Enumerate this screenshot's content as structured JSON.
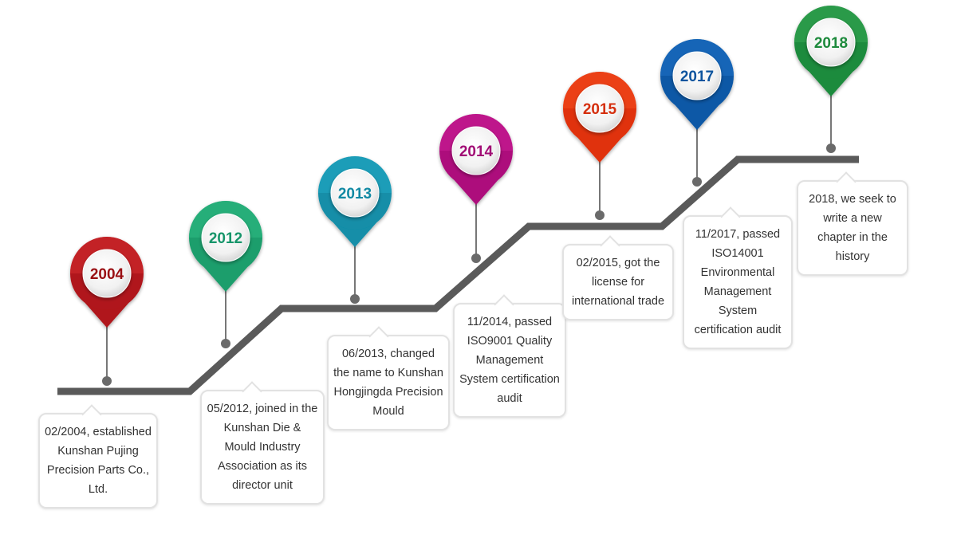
{
  "milestones": [
    {
      "year": "2004",
      "text": "02/2004, established Kunshan Pujing Precision Parts Co., Ltd.",
      "color": "#b0141a",
      "highlight": "#d42a2f",
      "year_color": "#9a1014"
    },
    {
      "year": "2012",
      "text": "05/2012, joined in the Kunshan Die & Mould Industry Association as its director unit",
      "color": "#1e9e6c",
      "highlight": "#2dbb85",
      "year_color": "#17956a"
    },
    {
      "year": "2013",
      "text": "06/2013, changed the name to Kunshan Hongjingda Precision Mould",
      "color": "#128ea8",
      "highlight": "#23a9c4",
      "year_color": "#1189a3"
    },
    {
      "year": "2014",
      "text": "11/2014, passed ISO9001 Quality Management System certification audit",
      "color": "#ad0e7c",
      "highlight": "#cc2297",
      "year_color": "#a10c75"
    },
    {
      "year": "2015",
      "text": "02/2015, got the license for international trade",
      "color": "#e0310c",
      "highlight": "#f44f23",
      "year_color": "#d52f0e"
    },
    {
      "year": "2017",
      "text": "11/2017, passed ISO14001 Environmental Management System certification audit",
      "color": "#0c58a6",
      "highlight": "#1b71c4",
      "year_color": "#0d549e"
    },
    {
      "year": "2018",
      "text": "2018, we seek to write a new chapter in the history",
      "color": "#1f8b3c",
      "highlight": "#33a852",
      "year_color": "#1d8a3c"
    }
  ],
  "colors": {
    "track": "#5a5a5a",
    "stem": "#777777",
    "dot": "#6a6a6a"
  }
}
